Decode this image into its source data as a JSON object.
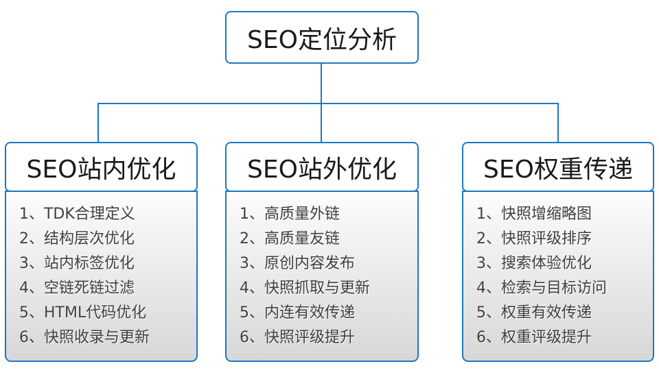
{
  "root_label": "SEO定位分析",
  "columns": [
    {
      "header": "SEO站内优化",
      "items": [
        "1、TDK合理定义",
        "2、结构层次优化",
        "3、站内标签优化",
        "4、空链死链过滤",
        "5、HTML代码优化",
        "6、快照收录与更新"
      ]
    },
    {
      "header": "SEO站外优化",
      "items": [
        "1、高质量外链",
        "2、高质量友链",
        "3、原创内容发布",
        "4、快照抓取与更新",
        "5、内连有效传递",
        "6、快照评级提升"
      ]
    },
    {
      "header": "SEO权重传递",
      "items": [
        "1、快照增缩略图",
        "2、快照评级排序",
        "3、搜索体验优化",
        "4、检索与目标访问",
        "5、权重有效传递",
        "6、权重评级提升"
      ]
    }
  ],
  "colors": {
    "accent_blue": "#1a78c2",
    "header_text": "#1a1a1a",
    "item_text": "#3f3f3f",
    "list_bg_top": "#fcfcfc",
    "list_bg_bottom": "#d7d7d7"
  }
}
